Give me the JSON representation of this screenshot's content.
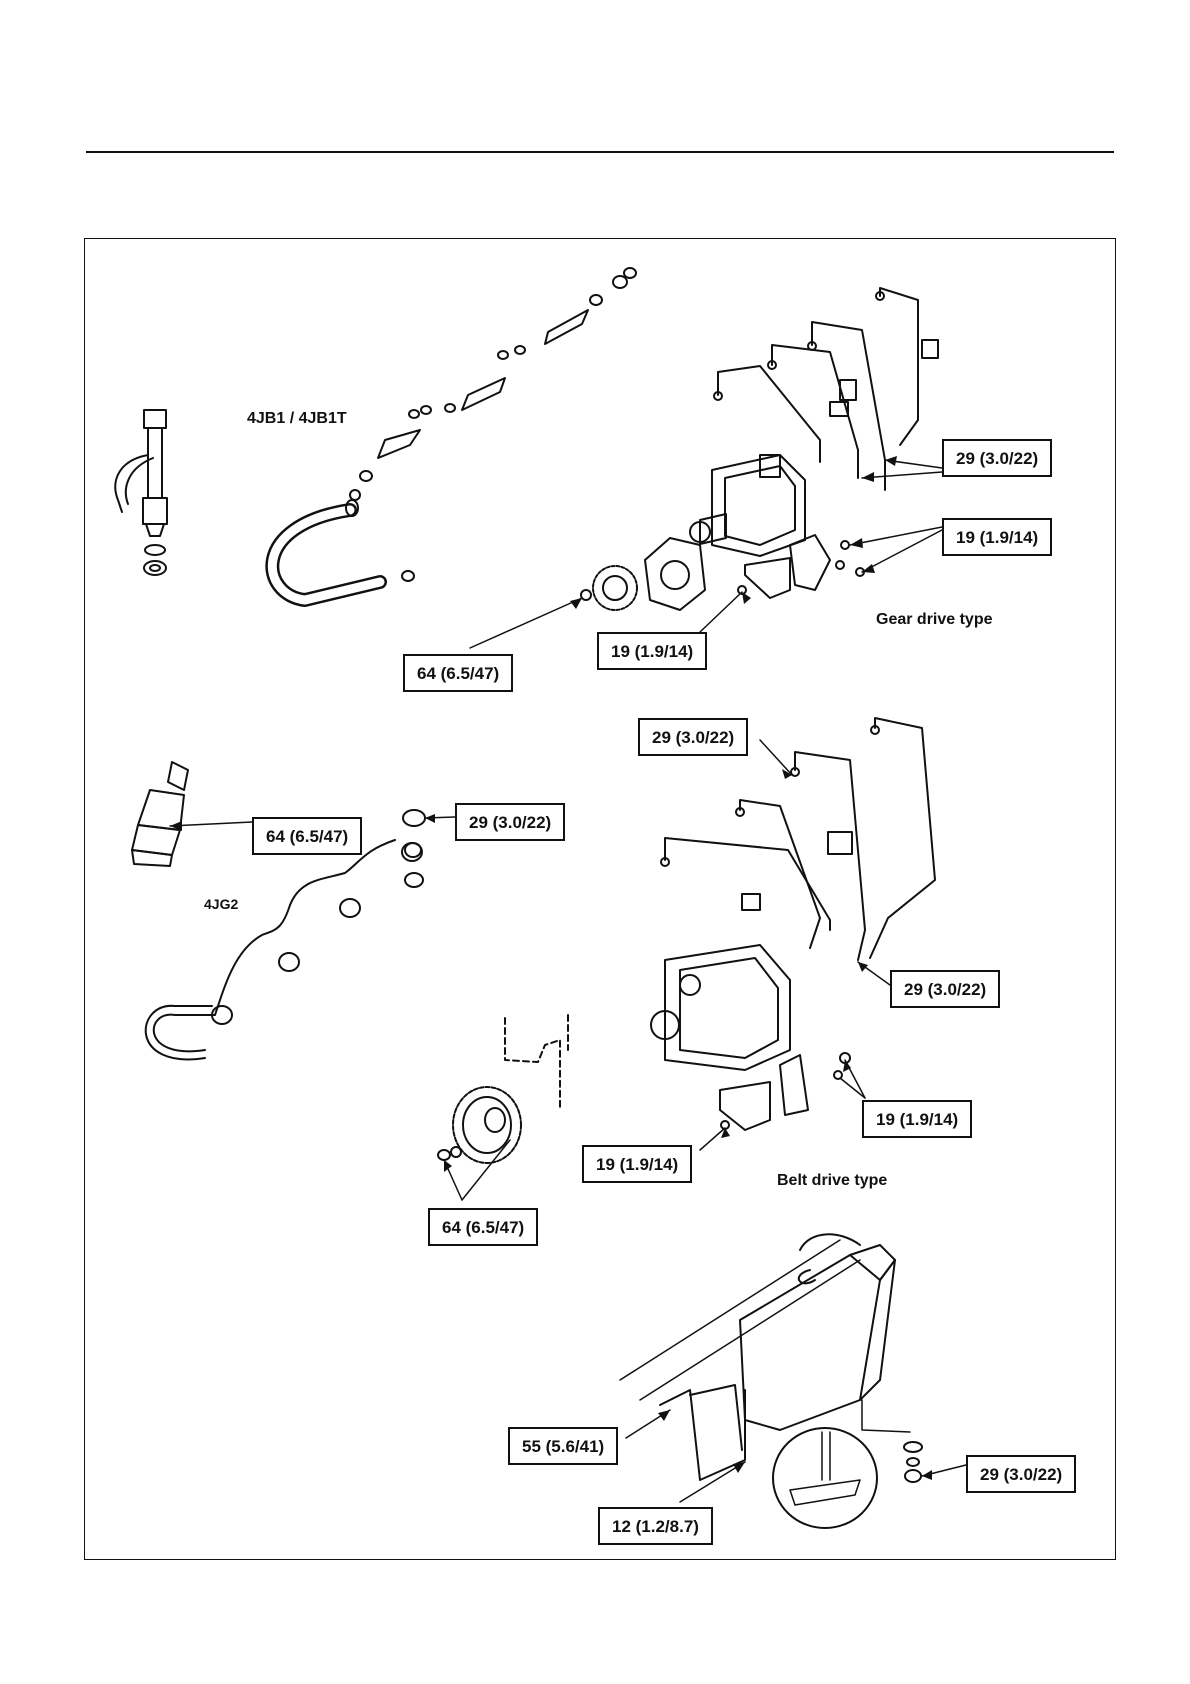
{
  "section_labels": {
    "engine_4jb1": "4JB1 / 4JB1T",
    "engine_4jg2": "4JG2",
    "gear_drive": "Gear drive type",
    "belt_drive": "Belt drive type"
  },
  "callouts": {
    "gear_pipe_nuts": "29 (3.0/22)",
    "gear_bracket_bolts": "19 (1.9/14)",
    "gear_bracket_lower": "19 (1.9/14)",
    "gear_pump_gear_nut": "64 (6.5/47)",
    "belt_pipe_upper": "29 (3.0/22)",
    "injector_4jg2": "64 (6.5/47)",
    "eyebolt_4jg2": "29 (3.0/22)",
    "belt_pipe_lower": "29 (3.0/22)",
    "belt_bracket_bolts": "19 (1.9/14)",
    "belt_bracket_lower": "19 (1.9/14)",
    "belt_pulley_nut": "64 (6.5/47)",
    "tank_strap": "55 (5.6/41)",
    "tank_strap_lower": "12 (1.2/8.7)",
    "tank_drain": "29 (3.0/22)"
  },
  "colors": {
    "ink": "#111111",
    "paper": "#ffffff"
  }
}
